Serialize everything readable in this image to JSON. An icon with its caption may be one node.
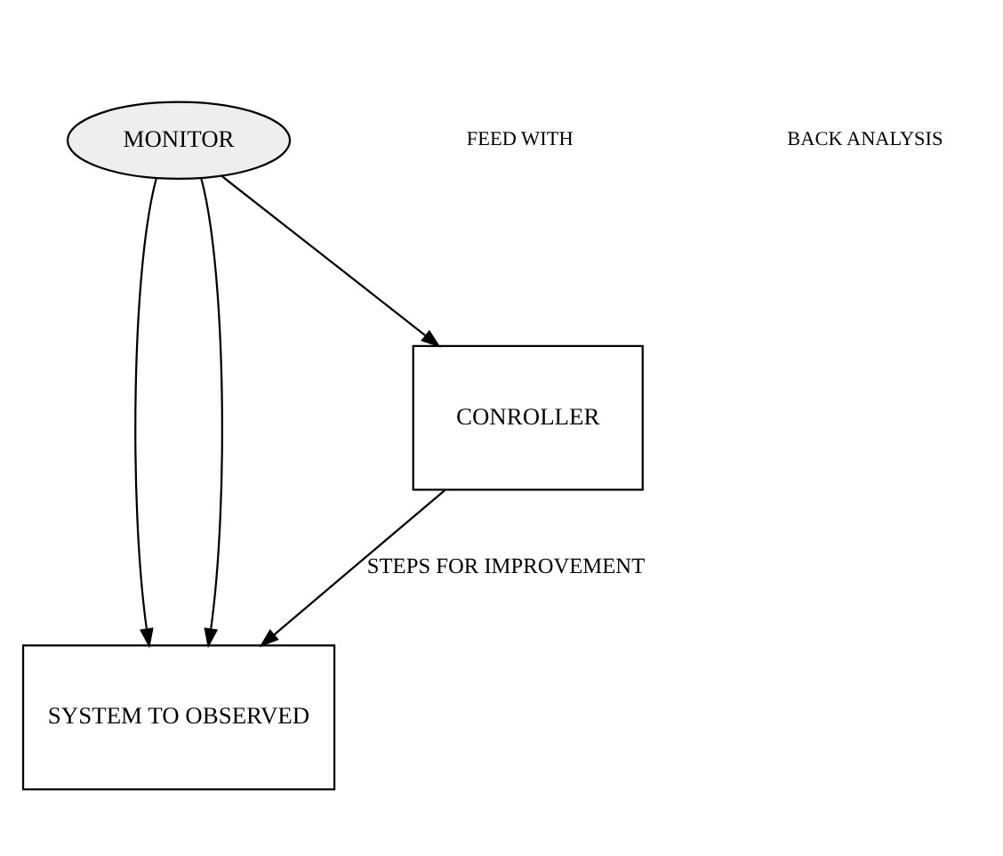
{
  "diagram": {
    "nodes": [
      {
        "text": [
          "MONITOR"
        ]
      },
      {
        "text": [
          "SYSTEM TO OBSERVED"
        ]
      },
      {
        "text": [
          "CONROLLER"
        ]
      }
    ],
    "edges": [
      {
        "from": 0,
        "to": 1,
        "arrow": "to"
      },
      {
        "from": 0,
        "to": 1,
        "arrow": "to"
      },
      {
        "from": 0,
        "to": 2,
        "arrow": "to"
      },
      {
        "from": 2,
        "to": 1,
        "arrow": "to",
        "label": "STEPS FOR IMPROVEMENT"
      }
    ],
    "labels": [
      "FEED WITH",
      "BACK ANALYSIS"
    ]
  }
}
